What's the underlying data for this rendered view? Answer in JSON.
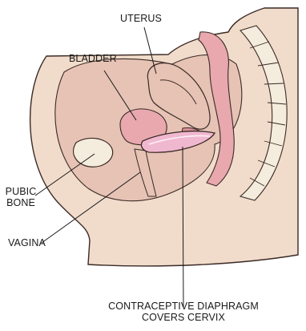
{
  "labels": {
    "uterus": "UTERUS",
    "bladder": "BLADDER",
    "pubic_bone_line1": "PUBIC",
    "pubic_bone_line2": "BONE",
    "vagina": "VAGINA",
    "diaphragm_line1": "CONTRACEPTIVE DIAPHRAGM",
    "diaphragm_line2": "COVERS CERVIX"
  },
  "colors": {
    "skin": "#f1dccb",
    "tissue": "#e6c3b4",
    "organ": "#e8a8ae",
    "organ_dark": "#d98f97",
    "bone": "#f4ecdc",
    "diaphragm": "#f0b8cf",
    "outline": "#3a2a26"
  }
}
